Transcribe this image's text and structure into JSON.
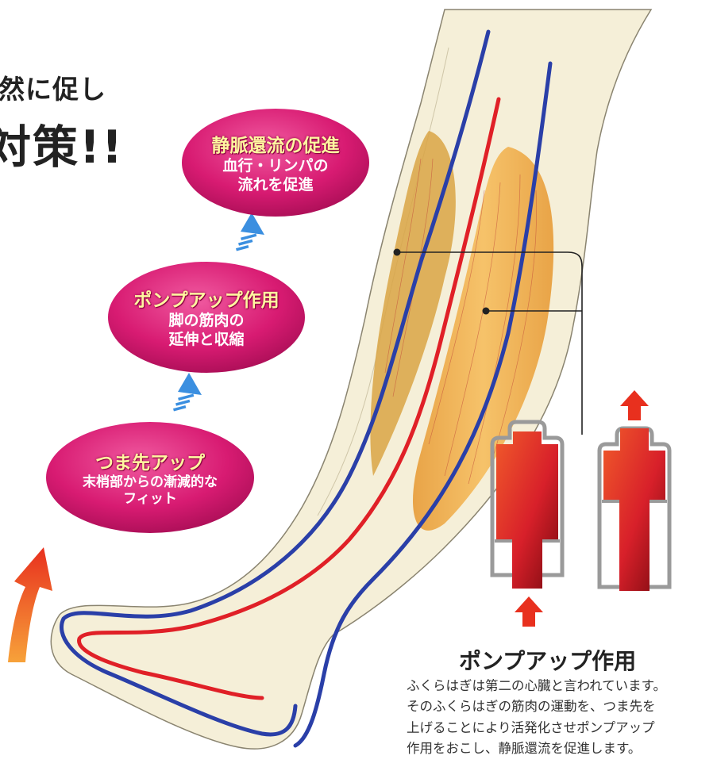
{
  "heading": {
    "line1": "然に促し",
    "line2": "対策!!"
  },
  "bubbles": [
    {
      "title": "つま先アップ",
      "desc": [
        "末梢部からの漸減的な",
        "フィット"
      ]
    },
    {
      "title": "ポンプアップ作用",
      "desc": [
        "脚の筋肉の",
        "延伸と収縮"
      ]
    },
    {
      "title": "静脈還流の促進",
      "desc": [
        "血行・リンパの",
        "流れを促進"
      ]
    }
  ],
  "pump": {
    "title": "ポンプアップ作用",
    "description": [
      "ふくらはぎは第二の心臓と言われています。",
      "そのふくらはぎの筋肉の運動を、つま先を",
      "上げることにより活発化させポンプアップ",
      "作用をおこし、静脈還流を促進します。"
    ]
  },
  "colors": {
    "bubble": "#d81b72",
    "vein": "#2a3fa8",
    "artery": "#e02027",
    "muscle": "#f0b24a",
    "skin": "#f5efd8",
    "arrow_blue": "#3b8fe0",
    "arrow_red": "#e8301e"
  }
}
